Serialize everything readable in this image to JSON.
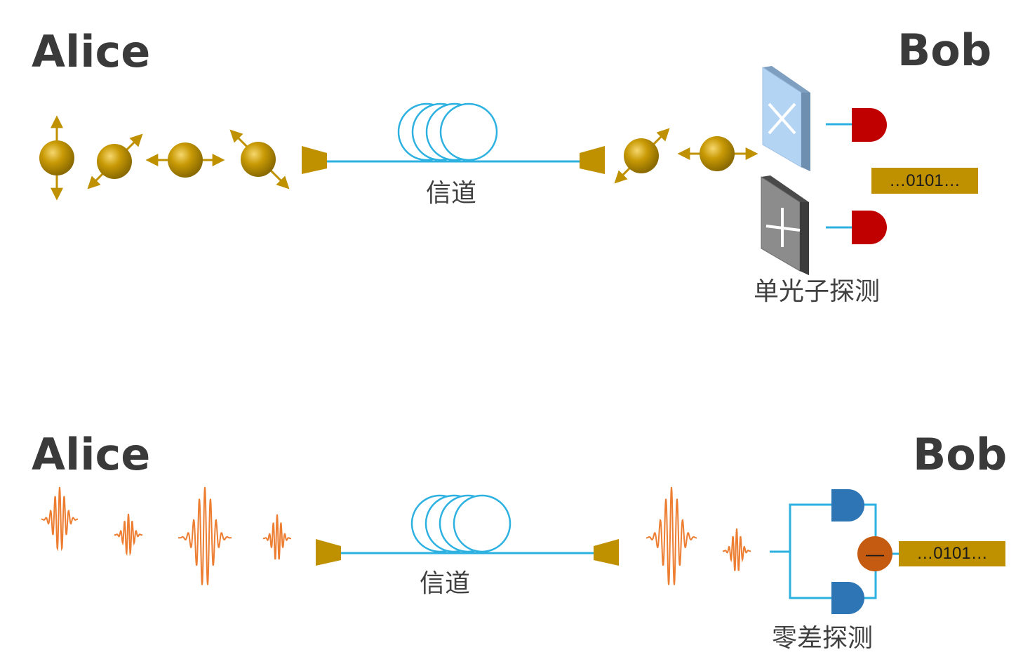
{
  "top": {
    "alice": "Alice",
    "bob": "Bob",
    "channel_label": "信道",
    "detector_label": "单光子探测",
    "bits": "…0101…"
  },
  "bottom": {
    "alice": "Alice",
    "bob": "Bob",
    "channel_label": "信道",
    "detector_label": "零差探测",
    "bits": "…0101…",
    "subtract_symbol": "—"
  },
  "colors": {
    "gold": "#bf9000",
    "fiber": "#2cb1e1",
    "detector_red": "#c00000",
    "detector_blue": "#2e75b6",
    "wave": "#ed7d31",
    "subtractor": "#c55a11"
  }
}
